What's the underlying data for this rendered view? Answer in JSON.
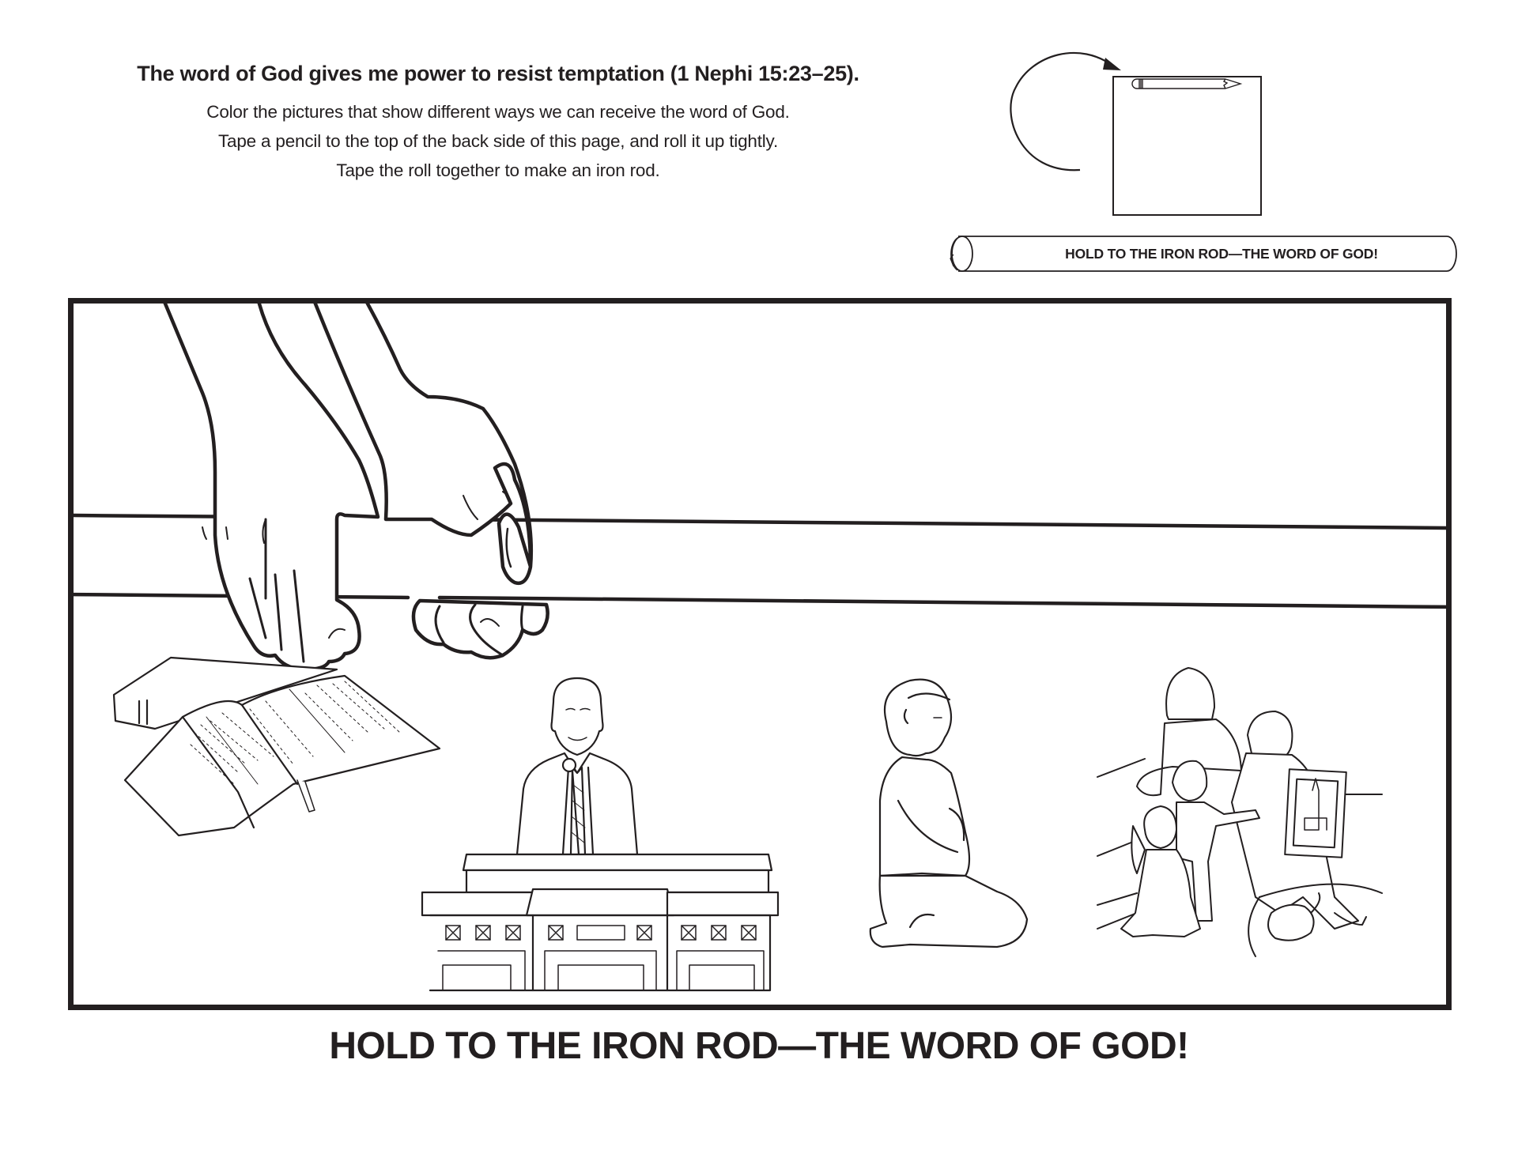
{
  "page": {
    "title": "The word of God gives me power to resist temptation (1 Nephi 15:23–25).",
    "instructions": [
      "Color the pictures that show different ways we can receive the word of God.",
      "Tape a pencil to the top of the back side of this page, and roll it up tightly.",
      "Tape the roll together to make an iron rod."
    ]
  },
  "diagram": {
    "icons": [
      "curved-arrow-icon",
      "page-outline",
      "pencil-icon"
    ],
    "rolled_banner_text": "HOLD TO THE IRON ROD—THE WORD OF GOD!"
  },
  "illustration": {
    "scene": "two hands gripping an iron rod",
    "pictures": [
      {
        "name": "open-scriptures",
        "description": "Open book of scriptures with a bookmark ribbon, resting on a closed book"
      },
      {
        "name": "prophet-speaking",
        "description": "Church leader speaking at a pulpit with a microphone"
      },
      {
        "name": "girl-praying",
        "description": "Girl kneeling in prayer with arms folded"
      },
      {
        "name": "family-study",
        "description": "Family looking at a picture of a temple together, with a cat"
      }
    ]
  },
  "footer": {
    "heading": "HOLD TO THE IRON ROD—THE WORD OF GOD!"
  },
  "colors": {
    "ink": "#231f20",
    "paper": "#ffffff"
  }
}
